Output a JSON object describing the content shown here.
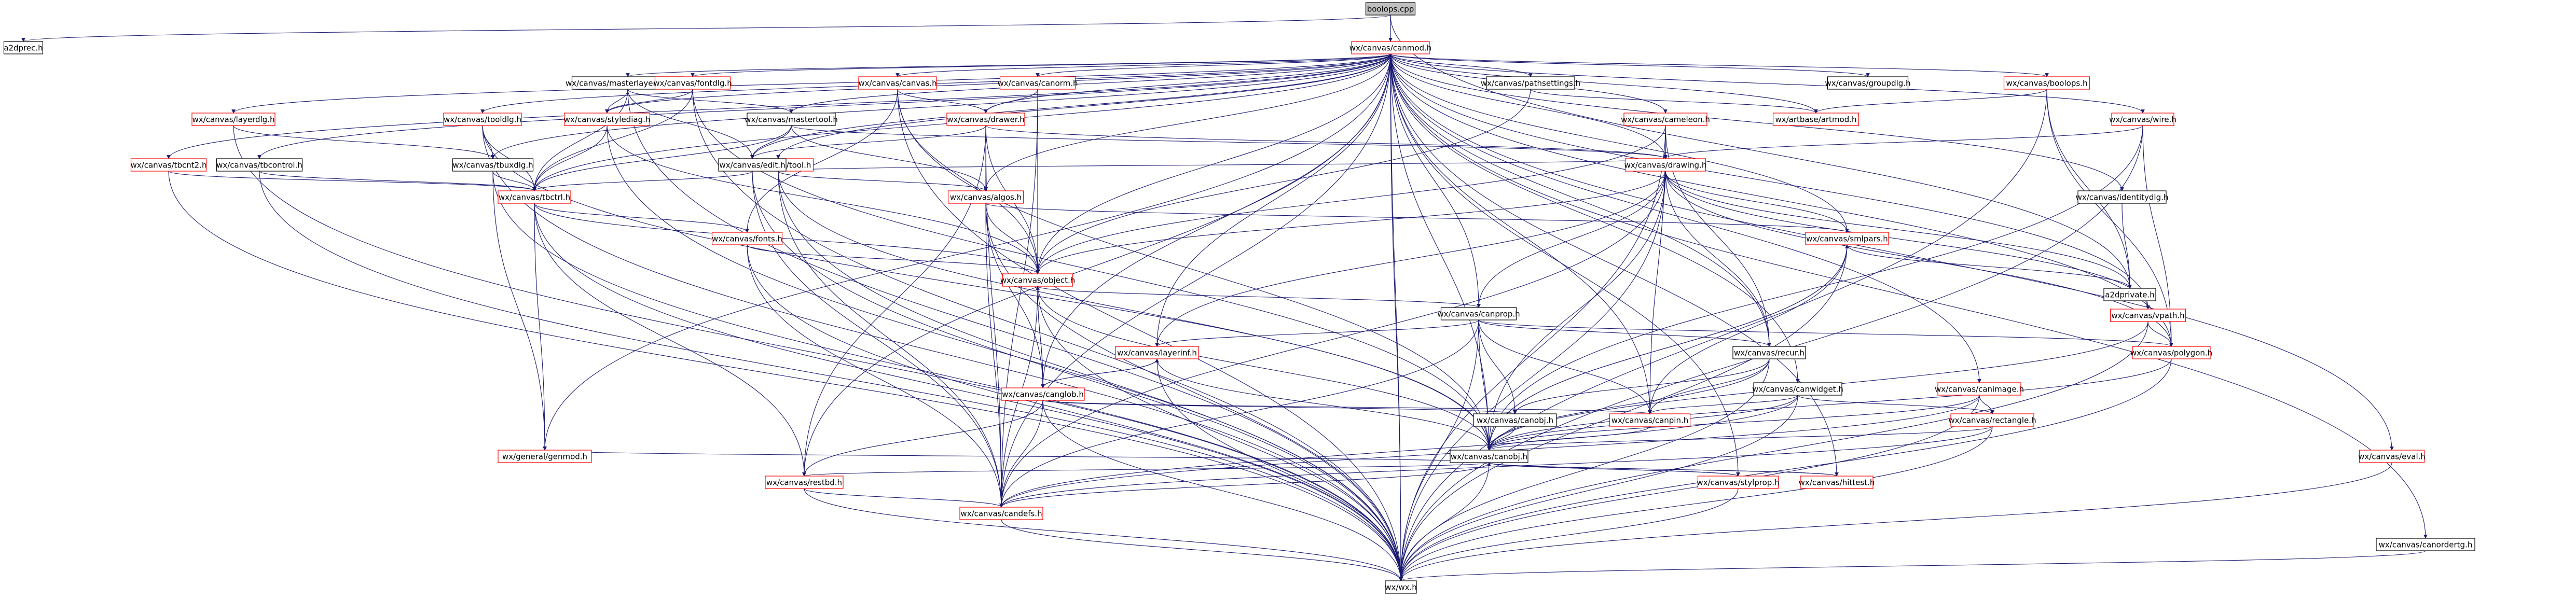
{
  "colors": {
    "root_fill": "#bfbfbf",
    "node_fill": "#ffffff",
    "border_plain": "#000000",
    "border_link": "#ff0000",
    "edge": "#191970",
    "text": "#000000"
  },
  "nodes": [
    {
      "id": "root",
      "label": "boolops.cpp",
      "style": "root"
    },
    {
      "id": "a2dprec",
      "label": "a2dprec.h",
      "style": "plain"
    },
    {
      "id": "canmod",
      "label": "wx/canvas/canmod.h",
      "style": "link"
    },
    {
      "id": "wxwx",
      "label": "wx/wx.h",
      "style": "plain"
    },
    {
      "id": "a2dprivate",
      "label": "a2dprivate.h",
      "style": "plain"
    },
    {
      "id": "layerdlg",
      "label": "wx/canvas/layerdlg.h",
      "style": "link"
    },
    {
      "id": "tbcnt2",
      "label": "wx/canvas/tbcnt2.h",
      "style": "link"
    },
    {
      "id": "tbcontrol",
      "label": "wx/canvas/tbcontrol.h",
      "style": "plain"
    },
    {
      "id": "tooldlg",
      "label": "wx/canvas/tooldlg.h",
      "style": "link"
    },
    {
      "id": "masterlayer",
      "label": "wx/canvas/masterlayergroups.h",
      "style": "plain"
    },
    {
      "id": "fontdlg",
      "label": "wx/canvas/fontdlg.h",
      "style": "link"
    },
    {
      "id": "canvash",
      "label": "wx/canvas/canvas.h",
      "style": "link"
    },
    {
      "id": "canorm",
      "label": "wx/canvas/canorm.h",
      "style": "link"
    },
    {
      "id": "mastertool",
      "label": "wx/canvas/mastertool.h",
      "style": "plain"
    },
    {
      "id": "stylediag",
      "label": "wx/canvas/stylediag.h",
      "style": "link"
    },
    {
      "id": "tbuxdlg",
      "label": "wx/canvas/tbuxdlg.h",
      "style": "plain"
    },
    {
      "id": "tool",
      "label": "wx/canvas/tool.h",
      "style": "link"
    },
    {
      "id": "edith",
      "label": "wx/canvas/edit.h",
      "style": "plain"
    },
    {
      "id": "drawer",
      "label": "wx/canvas/drawer.h",
      "style": "link"
    },
    {
      "id": "pathsettings",
      "label": "wx/canvas/pathsettings.h",
      "style": "plain"
    },
    {
      "id": "cameleon",
      "label": "wx/canvas/cameleon.h",
      "style": "link"
    },
    {
      "id": "drawing",
      "label": "wx/canvas/drawing.h",
      "style": "link"
    },
    {
      "id": "groupdlg",
      "label": "wx/canvas/groupdlg.h",
      "style": "plain"
    },
    {
      "id": "artbase",
      "label": "wx/artbase/artmod.h",
      "style": "link"
    },
    {
      "id": "boolops",
      "label": "wx/canvas/boolops.h",
      "style": "link"
    },
    {
      "id": "wires",
      "label": "wx/canvas/wire.h",
      "style": "link"
    },
    {
      "id": "identitydlg",
      "label": "wx/canvas/identitydlg.h",
      "style": "plain"
    },
    {
      "id": "algos",
      "label": "wx/canvas/algos.h",
      "style": "link"
    },
    {
      "id": "fonts",
      "label": "wx/canvas/fonts.h",
      "style": "link"
    },
    {
      "id": "objecth",
      "label": "wx/canvas/object.h",
      "style": "link"
    },
    {
      "id": "canprop",
      "label": "wx/canvas/canprop.h",
      "style": "plain"
    },
    {
      "id": "smlpars",
      "label": "wx/canvas/smlpars.h",
      "style": "link"
    },
    {
      "id": "layerinf",
      "label": "wx/canvas/layerinf.h",
      "style": "link"
    },
    {
      "id": "canglob",
      "label": "wx/canvas/canglob.h",
      "style": "link"
    },
    {
      "id": "recurs",
      "label": "wx/canvas/recur.h",
      "style": "plain"
    },
    {
      "id": "canwidget",
      "label": "wx/canvas/canwidget.h",
      "style": "plain"
    },
    {
      "id": "canimage",
      "label": "wx/canvas/canimage.h",
      "style": "link"
    },
    {
      "id": "canobj2",
      "label": "wx/canvas/canobj.h",
      "style": "plain"
    },
    {
      "id": "canpin",
      "label": "wx/canvas/canpin.h",
      "style": "link"
    },
    {
      "id": "rectangle",
      "label": "wx/canvas/rectangle.h",
      "style": "link"
    },
    {
      "id": "vpath",
      "label": "wx/canvas/vpath.h",
      "style": "link"
    },
    {
      "id": "polygon",
      "label": "wx/canvas/polygon.h",
      "style": "link"
    },
    {
      "id": "canobj",
      "label": "wx/canvas/canobj.h",
      "style": "plain"
    },
    {
      "id": "genmod",
      "label": "wx/general/genmod.h",
      "style": "link"
    },
    {
      "id": "restbd",
      "label": "wx/canvas/restbd.h",
      "style": "link"
    },
    {
      "id": "stylprop",
      "label": "wx/canvas/stylprop.h",
      "style": "link"
    },
    {
      "id": "hitfind",
      "label": "wx/canvas/hittest.h",
      "style": "link"
    },
    {
      "id": "candefs",
      "label": "wx/canvas/candefs.h",
      "style": "link"
    },
    {
      "id": "eval",
      "label": "wx/canvas/eval.h",
      "style": "link"
    },
    {
      "id": "canordering",
      "label": "wx/canvas/canordertg.h",
      "style": "plain"
    },
    {
      "id": "tbctrl",
      "label": "wx/canvas/tbctrl.h",
      "style": "link"
    }
  ],
  "edges": [
    [
      "root",
      "a2dprec"
    ],
    [
      "root",
      "canmod"
    ],
    [
      "root",
      "wxwx"
    ],
    [
      "root",
      "a2dprivate"
    ],
    [
      "canmod",
      "layerdlg"
    ],
    [
      "canmod",
      "tbcnt2"
    ],
    [
      "canmod",
      "tbcontrol"
    ],
    [
      "canmod",
      "tooldlg"
    ],
    [
      "canmod",
      "masterlayer"
    ],
    [
      "canmod",
      "fontdlg"
    ],
    [
      "canmod",
      "canvash"
    ],
    [
      "canmod",
      "canorm"
    ],
    [
      "canmod",
      "pathsettings"
    ],
    [
      "canmod",
      "cameleon"
    ],
    [
      "canmod",
      "groupdlg"
    ],
    [
      "canmod",
      "boolops"
    ],
    [
      "canmod",
      "wires"
    ],
    [
      "canmod",
      "identitydlg"
    ],
    [
      "canmod",
      "eval"
    ],
    [
      "canmod",
      "canordering"
    ],
    [
      "canmod",
      "canwidget"
    ],
    [
      "canmod",
      "canimage"
    ],
    [
      "canmod",
      "recurs"
    ],
    [
      "canmod",
      "canprop"
    ],
    [
      "canmod",
      "objecth"
    ],
    [
      "canmod",
      "algos"
    ],
    [
      "canmod",
      "drawing"
    ],
    [
      "canmod",
      "canobj"
    ],
    [
      "canmod",
      "genmod"
    ],
    [
      "canmod",
      "wxwx"
    ],
    [
      "canmod",
      "smlpars"
    ],
    [
      "canmod",
      "polygon"
    ],
    [
      "canmod",
      "vpath"
    ],
    [
      "canmod",
      "canpin"
    ],
    [
      "canmod",
      "candefs"
    ],
    [
      "canmod",
      "layerinf"
    ],
    [
      "canmod",
      "canglob"
    ],
    [
      "canmod",
      "hitfind"
    ],
    [
      "canmod",
      "stylprop"
    ],
    [
      "canmod",
      "restbd"
    ],
    [
      "canmod",
      "tbctrl"
    ],
    [
      "canmod",
      "artbase"
    ],
    [
      "canmod",
      "edith"
    ],
    [
      "canmod",
      "mastertool"
    ],
    [
      "canmod",
      "drawer"
    ],
    [
      "canmod",
      "tool"
    ],
    [
      "canmod",
      "stylediag"
    ],
    [
      "canmod",
      "tbuxdlg"
    ],
    [
      "layerdlg",
      "tbuxdlg"
    ],
    [
      "layerdlg",
      "wxwx"
    ],
    [
      "tbcnt2",
      "tbctrl"
    ],
    [
      "tbcnt2",
      "wxwx"
    ],
    [
      "tbcontrol",
      "tbctrl"
    ],
    [
      "tbcontrol",
      "wxwx"
    ],
    [
      "tooldlg",
      "tbuxdlg"
    ],
    [
      "tooldlg",
      "tbctrl"
    ],
    [
      "tooldlg",
      "wxwx"
    ],
    [
      "tooldlg",
      "canobj"
    ],
    [
      "masterlayer",
      "stylediag"
    ],
    [
      "masterlayer",
      "mastertool"
    ],
    [
      "masterlayer",
      "tbctrl"
    ],
    [
      "masterlayer",
      "wxwx"
    ],
    [
      "masterlayer",
      "edith"
    ],
    [
      "fontdlg",
      "stylediag"
    ],
    [
      "fontdlg",
      "tbctrl"
    ],
    [
      "fontdlg",
      "wxwx"
    ],
    [
      "fontdlg",
      "canobj"
    ],
    [
      "canvash",
      "drawer"
    ],
    [
      "canvash",
      "objecth"
    ],
    [
      "canvash",
      "canobj"
    ],
    [
      "canvash",
      "wxwx"
    ],
    [
      "canvash",
      "fonts"
    ],
    [
      "canorm",
      "drawer"
    ],
    [
      "canorm",
      "objecth"
    ],
    [
      "canorm",
      "candefs"
    ],
    [
      "mastertool",
      "edith"
    ],
    [
      "mastertool",
      "tbctrl"
    ],
    [
      "mastertool",
      "drawing"
    ],
    [
      "mastertool",
      "algos"
    ],
    [
      "stylediag",
      "tbctrl"
    ],
    [
      "stylediag",
      "wxwx"
    ],
    [
      "stylediag",
      "objecth"
    ],
    [
      "tbuxdlg",
      "tbctrl"
    ],
    [
      "tbuxdlg",
      "wxwx"
    ],
    [
      "tbuxdlg",
      "genmod"
    ],
    [
      "tool",
      "drawing"
    ],
    [
      "tool",
      "algos"
    ],
    [
      "tool",
      "wxwx"
    ],
    [
      "tool",
      "canobj"
    ],
    [
      "tool",
      "candefs"
    ],
    [
      "tool",
      "edith"
    ],
    [
      "edith",
      "tbctrl"
    ],
    [
      "edith",
      "candefs"
    ],
    [
      "edith",
      "wxwx"
    ],
    [
      "drawer",
      "drawing"
    ],
    [
      "drawer",
      "algos"
    ],
    [
      "drawer",
      "objecth"
    ],
    [
      "drawer",
      "candefs"
    ],
    [
      "drawer",
      "restbd"
    ],
    [
      "drawer",
      "edith"
    ],
    [
      "pathsettings",
      "artbase"
    ],
    [
      "pathsettings",
      "objecth"
    ],
    [
      "cameleon",
      "drawing"
    ],
    [
      "cameleon",
      "objecth"
    ],
    [
      "cameleon",
      "canpin"
    ],
    [
      "cameleon",
      "wxwx"
    ],
    [
      "cameleon",
      "recurs"
    ],
    [
      "drawing",
      "objecth"
    ],
    [
      "drawing",
      "recurs"
    ],
    [
      "drawing",
      "layerinf"
    ],
    [
      "drawing",
      "canobj"
    ],
    [
      "drawing",
      "smlpars"
    ],
    [
      "drawing",
      "a2dprivate"
    ],
    [
      "drawing",
      "wxwx"
    ],
    [
      "drawing",
      "candefs"
    ],
    [
      "drawing",
      "vpath"
    ],
    [
      "drawing",
      "polygon"
    ],
    [
      "drawing",
      "canprop"
    ],
    [
      "boolops",
      "artbase"
    ],
    [
      "boolops",
      "polygon"
    ],
    [
      "boolops",
      "wxwx"
    ],
    [
      "boolops",
      "a2dprivate"
    ],
    [
      "wires",
      "drawing"
    ],
    [
      "wires",
      "polygon"
    ],
    [
      "wires",
      "canobj"
    ],
    [
      "wires",
      "wxwx"
    ],
    [
      "identitydlg",
      "a2dprivate"
    ],
    [
      "algos",
      "objecth"
    ],
    [
      "algos",
      "smlpars"
    ],
    [
      "algos",
      "canglob"
    ],
    [
      "algos",
      "candefs"
    ],
    [
      "algos",
      "wxwx"
    ],
    [
      "fonts",
      "objecth"
    ],
    [
      "fonts",
      "candefs"
    ],
    [
      "fonts",
      "wxwx"
    ],
    [
      "objecth",
      "canprop"
    ],
    [
      "objecth",
      "canglob"
    ],
    [
      "objecth",
      "candefs"
    ],
    [
      "objecth",
      "wxwx"
    ],
    [
      "objecth",
      "canobj"
    ],
    [
      "canprop",
      "layerinf"
    ],
    [
      "canprop",
      "canobj2"
    ],
    [
      "canprop",
      "canpin"
    ],
    [
      "canprop",
      "canobj"
    ],
    [
      "canprop",
      "polygon"
    ],
    [
      "canprop",
      "recurs"
    ],
    [
      "canprop",
      "candefs"
    ],
    [
      "canprop",
      "wxwx"
    ],
    [
      "smlpars",
      "a2dprivate"
    ],
    [
      "smlpars",
      "canobj"
    ],
    [
      "smlpars",
      "wxwx"
    ],
    [
      "layerinf",
      "canglob"
    ],
    [
      "layerinf",
      "canobj"
    ],
    [
      "layerinf",
      "wxwx"
    ],
    [
      "canglob",
      "layerinf"
    ],
    [
      "canglob",
      "canobj2"
    ],
    [
      "canglob",
      "canpin"
    ],
    [
      "canglob",
      "restbd"
    ],
    [
      "canglob",
      "candefs"
    ],
    [
      "canglob",
      "wxwx"
    ],
    [
      "canglob",
      "objecth"
    ],
    [
      "recurs",
      "canobj2"
    ],
    [
      "recurs",
      "canpin"
    ],
    [
      "recurs",
      "canobj"
    ],
    [
      "recurs",
      "wxwx"
    ],
    [
      "canwidget",
      "canpin"
    ],
    [
      "canwidget",
      "rectangle"
    ],
    [
      "canwidget",
      "canobj"
    ],
    [
      "canwidget",
      "wxwx"
    ],
    [
      "canwidget",
      "candefs"
    ],
    [
      "canimage",
      "rectangle"
    ],
    [
      "canimage",
      "canobj"
    ],
    [
      "canimage",
      "wxwx"
    ],
    [
      "canimage",
      "candefs"
    ],
    [
      "canobj2",
      "canobj"
    ],
    [
      "canpin",
      "canobj"
    ],
    [
      "canpin",
      "smlpars"
    ],
    [
      "rectangle",
      "canobj"
    ],
    [
      "rectangle",
      "wxwx"
    ],
    [
      "rectangle",
      "candefs"
    ],
    [
      "vpath",
      "canobj"
    ],
    [
      "vpath",
      "polygon"
    ],
    [
      "vpath",
      "wxwx"
    ],
    [
      "polygon",
      "canobj"
    ],
    [
      "polygon",
      "wxwx"
    ],
    [
      "canobj",
      "genmod"
    ],
    [
      "canobj",
      "restbd"
    ],
    [
      "canobj",
      "stylprop"
    ],
    [
      "canobj",
      "hitfind"
    ],
    [
      "canobj",
      "candefs"
    ],
    [
      "canobj",
      "wxwx"
    ],
    [
      "canobj",
      "smlpars"
    ],
    [
      "restbd",
      "candefs"
    ],
    [
      "restbd",
      "wxwx"
    ],
    [
      "stylprop",
      "canobj"
    ],
    [
      "stylprop",
      "wxwx"
    ],
    [
      "hitfind",
      "canobj"
    ],
    [
      "candefs",
      "wxwx"
    ],
    [
      "eval",
      "wxwx"
    ],
    [
      "canordering",
      "wxwx"
    ],
    [
      "tbctrl",
      "fonts"
    ],
    [
      "tbctrl",
      "genmod"
    ],
    [
      "tbctrl",
      "restbd"
    ],
    [
      "tbctrl",
      "wxwx"
    ],
    [
      "tbctrl",
      "objecth"
    ]
  ]
}
